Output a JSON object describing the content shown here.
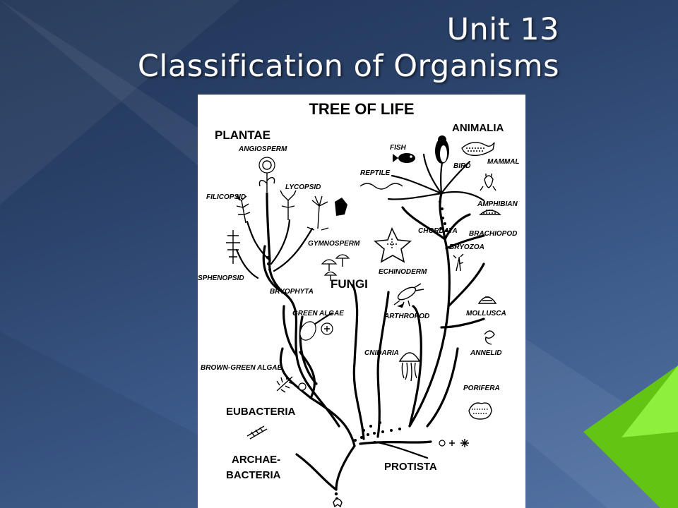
{
  "slide": {
    "title_line1": "Unit 13",
    "title_line2": "Classification of Organisms"
  },
  "tree": {
    "heading": "TREE OF LIFE",
    "kingdoms": {
      "plantae": "PLANTAE",
      "animalia": "ANIMALIA",
      "fungi": "FUNGI",
      "eubacteria": "EUBACTERIA",
      "archaebacteria_line1": "ARCHAE-",
      "archaebacteria_line2": "BACTERIA",
      "protista": "PROTISTA"
    },
    "groups": {
      "angiosperm": "ANGIOSPERM",
      "lycopsid": "LYCOPSID",
      "filicopsid": "FILICOPSID",
      "gymnosperm": "GYMNOSPERM",
      "sphenopsid": "SPHENOPSID",
      "bryophyta": "BRYOPHYTA",
      "green_algae": "GREEN ALGAE",
      "brown_green_algae": "BROWN-GREEN ALGAE",
      "fish": "FISH",
      "bird": "BIRD",
      "mammal": "MAMMAL",
      "reptile": "REPTILE",
      "amphibian": "AMPHIBIAN",
      "chordata": "CHORDATA",
      "brachiopod": "BRACHIOPOD",
      "bryozoa": "BRYOZOA",
      "echinoderm": "ECHINODERM",
      "arthropod": "ARTHROPOD",
      "mollusca": "MOLLUSCA",
      "cnidaria": "CNIDARIA",
      "annelid": "ANNELID",
      "porifera": "PORIFERA"
    }
  },
  "colors": {
    "background": "#2a4168",
    "accent_green": "#6fd41c",
    "title_text": "#ffffff"
  }
}
